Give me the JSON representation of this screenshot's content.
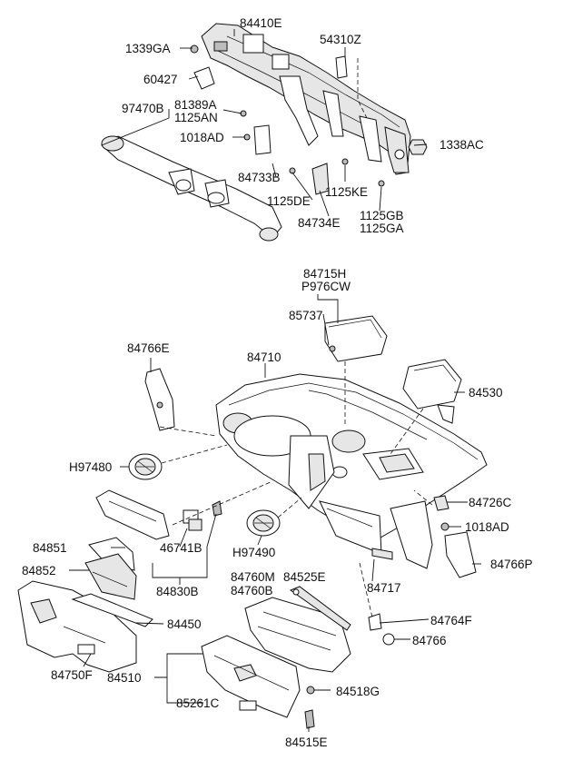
{
  "diagram": {
    "colors": {
      "line": "#111111",
      "fill_light": "#e6e6e6",
      "fill_dark": "#bdbdbd",
      "background": "#ffffff"
    },
    "part_numbers": {
      "p84410E": "84410E",
      "p1339GA": "1339GA",
      "p54310Z": "54310Z",
      "p60427": "60427",
      "p81389A": "81389A",
      "p1125AN": "1125AN",
      "p97470B": "97470B",
      "p1018AD_top": "1018AD",
      "p1338AC": "1338AC",
      "p84733B": "84733B",
      "p1125KE": "1125KE",
      "p1125DE": "1125DE",
      "p84734E": "84734E",
      "p1125GB": "1125GB",
      "p1125GA": "1125GA",
      "p84715H": "84715H",
      "pP976CW": "P976CW",
      "p85737": "85737",
      "p84766E": "84766E",
      "p84710": "84710",
      "p84530": "84530",
      "pH97480": "H97480",
      "p84726C": "84726C",
      "p1018AD_bottom": "1018AD",
      "p46741B": "46741B",
      "p84851": "84851",
      "pH97490": "H97490",
      "p84766P": "84766P",
      "p84852": "84852",
      "p84830B": "84830B",
      "p84760M": "84760M",
      "p84525E": "84525E",
      "p84760B": "84760B",
      "p84717": "84717",
      "p84450": "84450",
      "p84764F": "84764F",
      "p84766": "84766",
      "p84750F": "84750F",
      "p84510": "84510",
      "p84518G": "84518G",
      "p85261C": "85261C",
      "p84515E": "84515E"
    }
  }
}
